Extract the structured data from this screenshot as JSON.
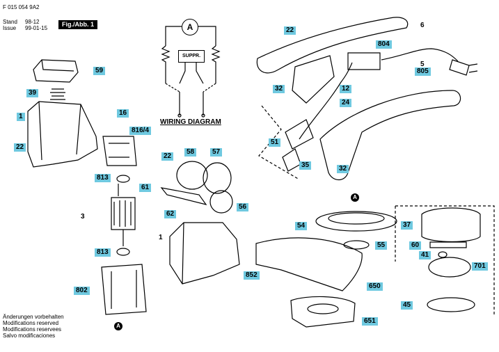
{
  "header": {
    "doc_number": "F 015 054 9A2",
    "stand_label": "Stand",
    "stand_value": "98-12",
    "issue_label": "Issue",
    "issue_value": "99-01-15",
    "fig_label": "Fig./Abb. 1"
  },
  "wiring": {
    "title": "WIRING DIAGRAM",
    "ammeter": "A",
    "suppressor": "SUPPR."
  },
  "markers": {
    "a_top": "A",
    "a_bottom": "A",
    "a_right": "A"
  },
  "callouts": {
    "p59": "59",
    "p39": "39",
    "p1a": "1",
    "p22a": "22",
    "p16": "16",
    "p816": "816/4",
    "p813a": "813",
    "p3": "3",
    "p813b": "813",
    "p802": "802",
    "p22b": "22",
    "p58": "58",
    "p57": "57",
    "p61": "61",
    "p62": "62",
    "p56": "56",
    "p1b": "1",
    "p22c": "22",
    "p6": "6",
    "p804": "804",
    "p5": "5",
    "p805": "805",
    "p32a": "32",
    "p12": "12",
    "p24": "24",
    "p51": "51",
    "p35": "35",
    "p32b": "32",
    "p54": "54",
    "p55": "55",
    "p37": "37",
    "p60": "60",
    "p41": "41",
    "p701": "701",
    "p45": "45",
    "p852": "852",
    "p650": "650",
    "p651": "651"
  },
  "footer": {
    "line1": "Änderungen vorbehalten",
    "line2": "Modifications reserved",
    "line3": "Modifications reservees",
    "line4": "Salvo modificaciones"
  }
}
